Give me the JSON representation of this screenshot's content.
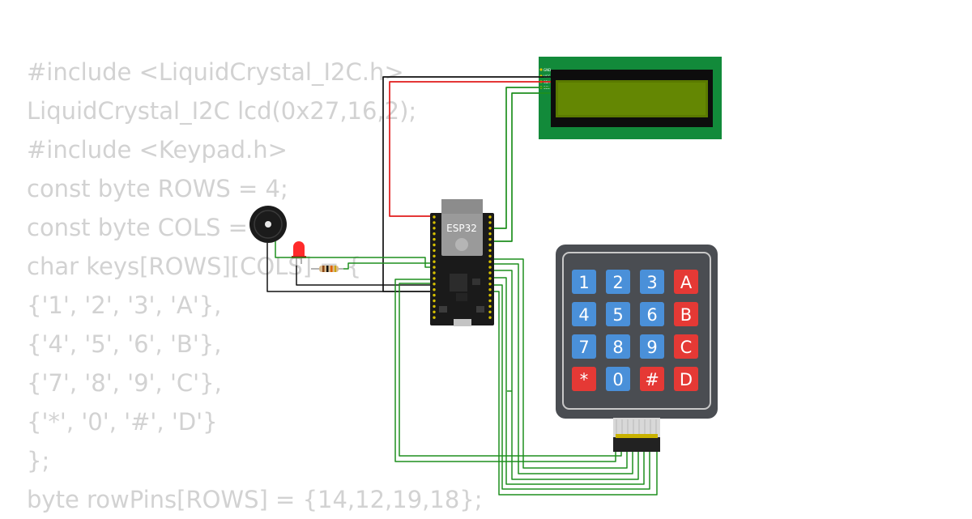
{
  "code": [
    "#include <LiquidCrystal_I2C.h>",
    "LiquidCrystal_I2C lcd(0x27,16,2);",
    "#include <Keypad.h>",
    "const byte ROWS = 4;",
    "const byte COLS = 4;",
    "char keys[ROWS][COLS] = {",
    "{'1', '2', '3', 'A'},",
    "{'4', '5', '6', 'B'},",
    "{'7', '8', '9', 'C'},",
    "{'*', '0', '#', 'D'}",
    "};",
    "byte rowPins[ROWS] = {14,12,19,18};"
  ],
  "esp32": {
    "label": "ESP32"
  },
  "lcd": {
    "pins": [
      "GND",
      "VCC",
      "SDA",
      "SCL"
    ]
  },
  "keypad": {
    "keys": [
      "1",
      "2",
      "3",
      "A",
      "4",
      "5",
      "6",
      "B",
      "7",
      "8",
      "9",
      "C",
      "*",
      "0",
      "#",
      "D"
    ]
  },
  "colors": {
    "wire_green": "#1e8f1e",
    "wire_red": "#e01b1b",
    "wire_black": "#111111",
    "key_blue": "#4a90d9",
    "key_red": "#e53935",
    "pcb_green": "#128a3a",
    "lcd_screen": "#5a7a00",
    "board_black": "#1a1a1a"
  }
}
